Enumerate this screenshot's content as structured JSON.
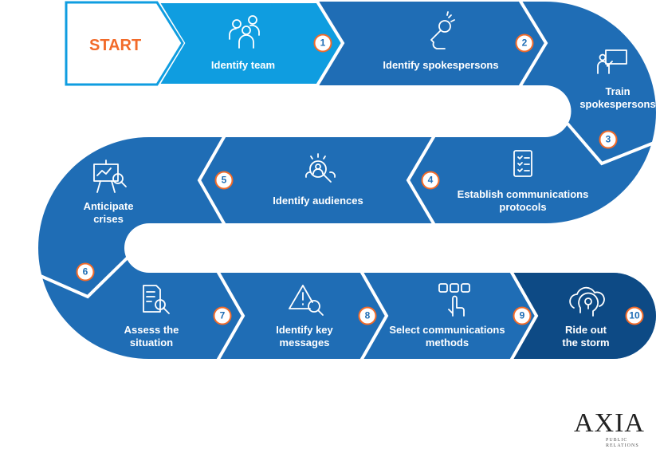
{
  "start_label": "START",
  "colors": {
    "light_blue": "#0f9de0",
    "mid_blue": "#1f6db5",
    "dark_blue": "#0d4a85",
    "accent_orange": "#f26b2a"
  },
  "steps": [
    {
      "number": "1",
      "label": "Identify team",
      "icon": "team-icon"
    },
    {
      "number": "2",
      "label": "Identify spokespersons",
      "icon": "microphone-icon"
    },
    {
      "number": "3",
      "label": "Train\nspokespersons",
      "icon": "presentation-icon"
    },
    {
      "number": "4",
      "label": "Establish communications\nprotocols",
      "icon": "checklist-icon"
    },
    {
      "number": "5",
      "label": "Identify audiences",
      "icon": "audience-search-icon"
    },
    {
      "number": "6",
      "label": "Anticipate\ncrises",
      "icon": "chart-magnifier-icon"
    },
    {
      "number": "7",
      "label": "Assess the\nsituation",
      "icon": "document-search-icon"
    },
    {
      "number": "8",
      "label": "Identify key\nmessages",
      "icon": "warning-search-icon"
    },
    {
      "number": "9",
      "label": "Select communications\nmethods",
      "icon": "hand-select-icon"
    },
    {
      "number": "10",
      "label": "Ride out\nthe storm",
      "icon": "head-cloud-idea-icon"
    }
  ],
  "logo": {
    "name": "AXIA",
    "tagline": "PUBLIC RELATIONS"
  }
}
